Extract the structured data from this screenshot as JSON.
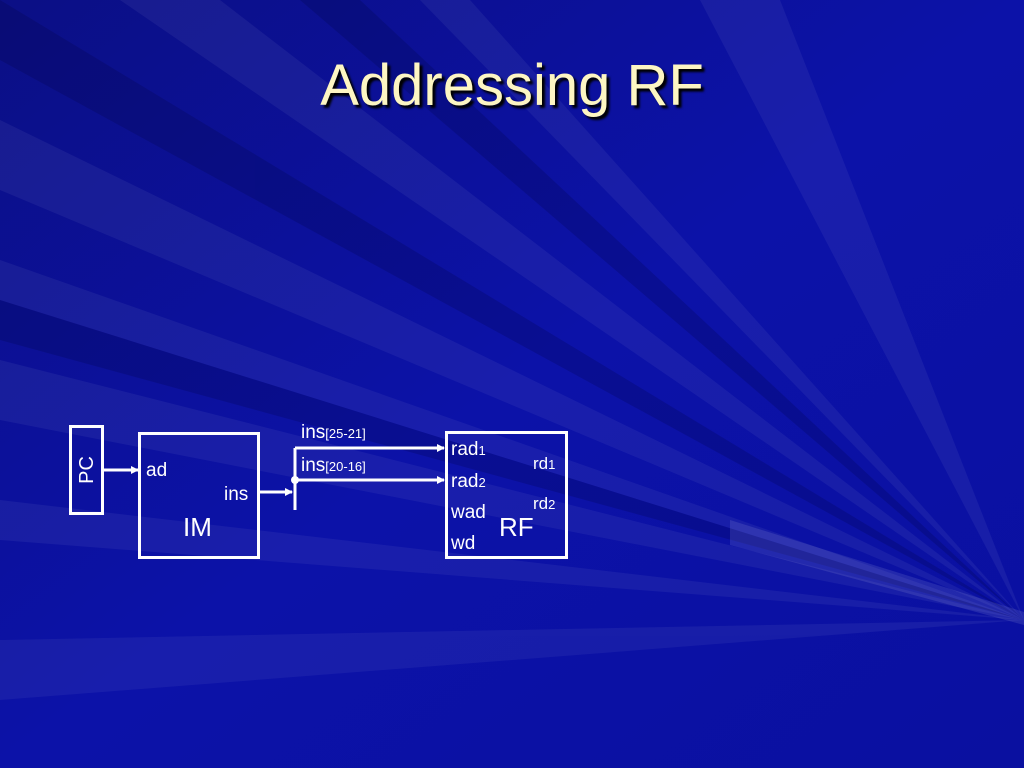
{
  "slide": {
    "title": "Addressing RF"
  },
  "colors": {
    "background": "#0a0f9e",
    "title": "#fdf6c3",
    "lines": "#ffffff"
  },
  "diagram": {
    "pc": {
      "label": "PC"
    },
    "im": {
      "name": "IM",
      "port_in": "ad",
      "port_out": "ins"
    },
    "buses": {
      "upper_main": "ins",
      "upper_range": "[25-21]",
      "lower_main": "ins",
      "lower_range": "[20-16]"
    },
    "rf": {
      "name": "RF",
      "rad1_main": "rad",
      "rad1_sub": "1",
      "rad2_main": "rad",
      "rad2_sub": "2",
      "wad": "wad",
      "wd": "wd",
      "rd1_main": "rd",
      "rd1_sub": "1",
      "rd2_main": "rd",
      "rd2_sub": "2"
    }
  }
}
